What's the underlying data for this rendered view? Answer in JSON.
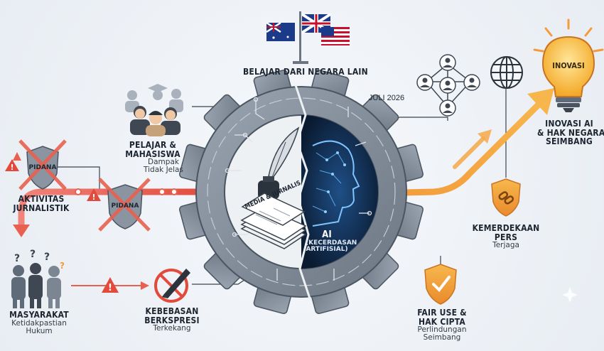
{
  "colors": {
    "red_path": "#e8604f",
    "orange_path": "#f59a3a",
    "gear": "#7d8996",
    "gear_dark": "#4b5561",
    "ai_blue": "#0f2440",
    "bulb": "#f5b731"
  },
  "center": {
    "ai_title": "AI",
    "ai_subtitle_1": "(KECERDASAN",
    "ai_subtitle_2": "ARTIFISIAL)",
    "newspaper_label": "MEDIA & JURNALIS",
    "date": "JULI 2026"
  },
  "nodes": {
    "belajar": {
      "title": "BELAJAR DARI NEGARA LAIN"
    },
    "pelajar": {
      "title_1": "PELAJAR &",
      "title_2": "MAHASISWA",
      "sub_1": "Dampak",
      "sub_2": "Tidak Jelas"
    },
    "aktivitas": {
      "title_1": "AKTIVITAS",
      "title_2": "JURNALISTIK",
      "badge": "PIDANA"
    },
    "pidana_mid": {
      "badge": "PIDANA"
    },
    "masyarakat": {
      "title": "MASYARAKAT",
      "sub_1": "Ketidakpastian",
      "sub_2": "Hukum"
    },
    "kebebasan": {
      "title_1": "KEBEBASAN",
      "title_2": "BERKSPRESI",
      "sub": "Terkekang"
    },
    "fairuse": {
      "title_1": "FAIR USE &",
      "title_2": "HAK CIPTA",
      "sub_1": "Perlindungan",
      "sub_2": "Seimbang"
    },
    "kemerdekaan": {
      "title_1": "KEMERDEKAAN",
      "title_2": "PERS",
      "sub": "Terjaga"
    },
    "inovasi": {
      "bulb_label": "INOVASI",
      "title_1": "INOVASI AI",
      "title_2": "& HAK NEGARA",
      "title_3": "SEIMBANG"
    }
  },
  "icons": [
    "flags-icon",
    "people-icon",
    "shield-cross-icon",
    "warning-icon",
    "confused-people-icon",
    "pen-prohibited-icon",
    "shield-check-icon",
    "shield-chain-icon",
    "network-icon",
    "globe-icon",
    "lightbulb-icon",
    "gear-icon",
    "quill-inkwell-icon",
    "newspaper-icon",
    "ai-head-icon"
  ]
}
